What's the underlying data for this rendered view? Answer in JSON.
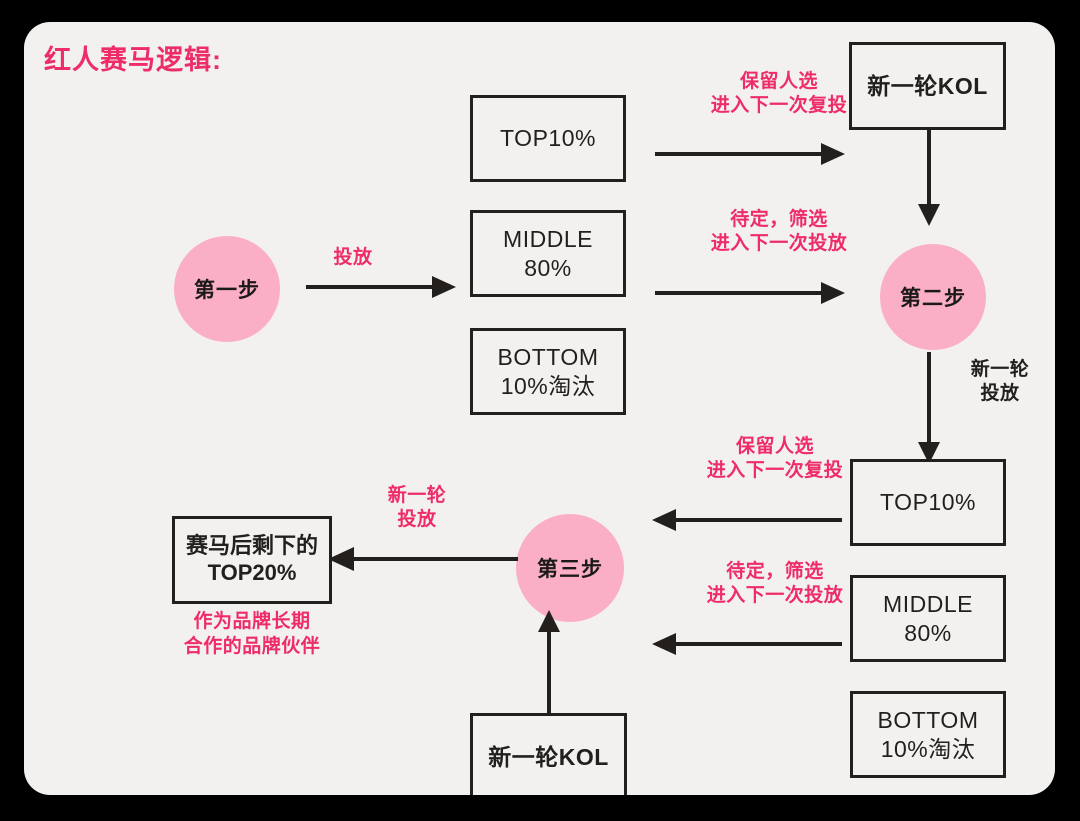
{
  "card": {
    "title": "红人赛马逻辑:",
    "accent_pink": "#EE2D68",
    "circle_pink": "#FBAFC7",
    "ink": "#231F1D",
    "surface": "#F2F1F0",
    "backdrop": "#000000"
  },
  "steps": {
    "step1": "第一步",
    "step2": "第二步",
    "step3": "第三步"
  },
  "tiers": {
    "top": "TOP10%",
    "middle": "MIDDLE\n80%",
    "bottom": "BOTTOM\n10%淘汰"
  },
  "boxes": {
    "top_round_kol_upper": "新一轮KOL",
    "top_round_kol_lower": "新一轮KOL",
    "final_top20": "赛马后剩下的\nTOP20%"
  },
  "labels": {
    "deliver": "投放",
    "keep_recast": "保留人选\n进入下一次复投",
    "pending_rescreen": "待定，筛选\n进入下一次投放",
    "new_round_deliver_dark": "新一轮\n投放",
    "keep_recast_2": "保留人选\n进入下一次复投",
    "pending_rescreen_2": "待定，筛选\n进入下一次投放",
    "new_round_deliver_pink": "新一轮\n投放"
  },
  "caption": {
    "brand_partner": "作为品牌长期\n合作的品牌伙伴"
  }
}
